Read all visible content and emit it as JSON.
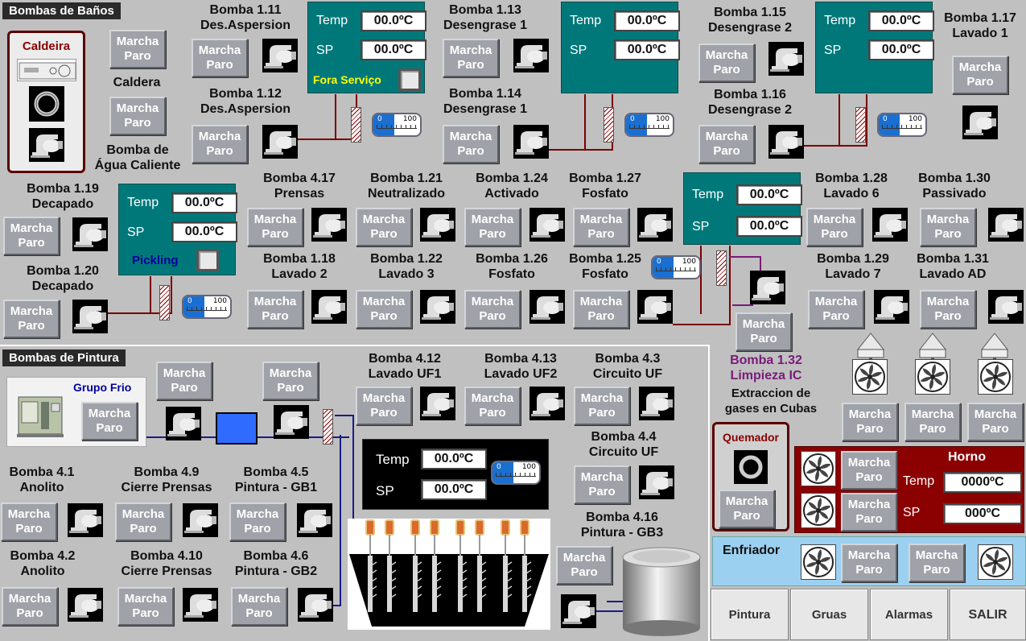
{
  "sections": {
    "banos": "Bombas de Baños",
    "pintura": "Bombas de Pintura"
  },
  "btn": {
    "l1": "Marcha",
    "l2": "Paro"
  },
  "panel": {
    "temp": "Temp",
    "sp": "SP",
    "value": "00.0ºC"
  },
  "caldeira": {
    "title": "Caldeira",
    "caldera_label": "Caldera",
    "bomba_label_1": "Bomba de",
    "bomba_label_2": "Água Caliente"
  },
  "pumps": {
    "p111": [
      "Bomba 1.11",
      "Des.Aspersion"
    ],
    "p112": [
      "Bomba 1.12",
      "Des.Aspersion"
    ],
    "p113": [
      "Bomba 1.13",
      "Desengrase 1"
    ],
    "p114": [
      "Bomba 1.14",
      "Desengrase 1"
    ],
    "p115": [
      "Bomba 1.15",
      "Desengrase 2"
    ],
    "p116": [
      "Bomba 1.16",
      "Desengrase 2"
    ],
    "p117": [
      "Bomba 1.17",
      "Lavado 1"
    ],
    "p119": [
      "Bomba 1.19",
      "Decapado"
    ],
    "p120": [
      "Bomba 1.20",
      "Decapado"
    ],
    "p417": [
      "Bomba 4.17",
      "Prensas"
    ],
    "p121": [
      "Bomba 1.21",
      "Neutralizado"
    ],
    "p124": [
      "Bomba 1.24",
      "Activado"
    ],
    "p127": [
      "Bomba 1.27",
      "Fosfato"
    ],
    "p128": [
      "Bomba 1.28",
      "Lavado 6"
    ],
    "p130": [
      "Bomba 1.30",
      "Passivado"
    ],
    "p118": [
      "Bomba 1.18",
      "Lavado 2"
    ],
    "p122": [
      "Bomba 1.22",
      "Lavado 3"
    ],
    "p126": [
      "Bomba 1.26",
      "Fosfato"
    ],
    "p125": [
      "Bomba 1.25",
      "Fosfato"
    ],
    "p129": [
      "Bomba 1.29",
      "Lavado 7"
    ],
    "p131": [
      "Bomba 1.31",
      "Lavado AD"
    ],
    "p132": [
      "Bomba 1.32",
      "Limpieza IC"
    ],
    "p412": [
      "Bomba 4.12",
      "Lavado UF1"
    ],
    "p413": [
      "Bomba 4.13",
      "Lavado UF2"
    ],
    "p43": [
      "Bomba 4.3",
      "Circuito UF"
    ],
    "p44": [
      "Bomba 4.4",
      "Circuito UF"
    ],
    "p416": [
      "Bomba 4.16",
      "Pintura - GB3"
    ],
    "p41": [
      "Bomba 4.1",
      "Anolito"
    ],
    "p49": [
      "Bomba 4.9",
      "Cierre Prensas"
    ],
    "p45": [
      "Bomba 4.5",
      "Pintura - GB1"
    ],
    "p42": [
      "Bomba 4.2",
      "Anolito"
    ],
    "p410": [
      "Bomba 4.10",
      "Cierre Prensas"
    ],
    "p46": [
      "Bomba 4.6",
      "Pintura - GB2"
    ]
  },
  "fora_servico": "Fora Serviço",
  "pickling": "Pickling",
  "grupo_frio": "Grupo Frio",
  "extraccion": [
    "Extraccion de",
    "gases en Cubas"
  ],
  "quemador": "Quemador",
  "horno": {
    "title": "Horno",
    "temp_label": "Temp",
    "sp_label": "SP",
    "temp_value": "0000ºC",
    "sp_value": "000ºC"
  },
  "enfriador": "Enfriador",
  "gauge": {
    "min": "0",
    "max": "100",
    "level": 0.45
  },
  "nav": {
    "pintura": "Pintura",
    "gruas": "Gruas",
    "alarmas": "Alarmas",
    "salir": "SALIR"
  },
  "colors": {
    "panel": "#00787a",
    "horno": "#8b0000",
    "enfriador": "#9cd0f0",
    "pipe": "#7a0000",
    "pipe_paint": "#1a1a8a"
  }
}
